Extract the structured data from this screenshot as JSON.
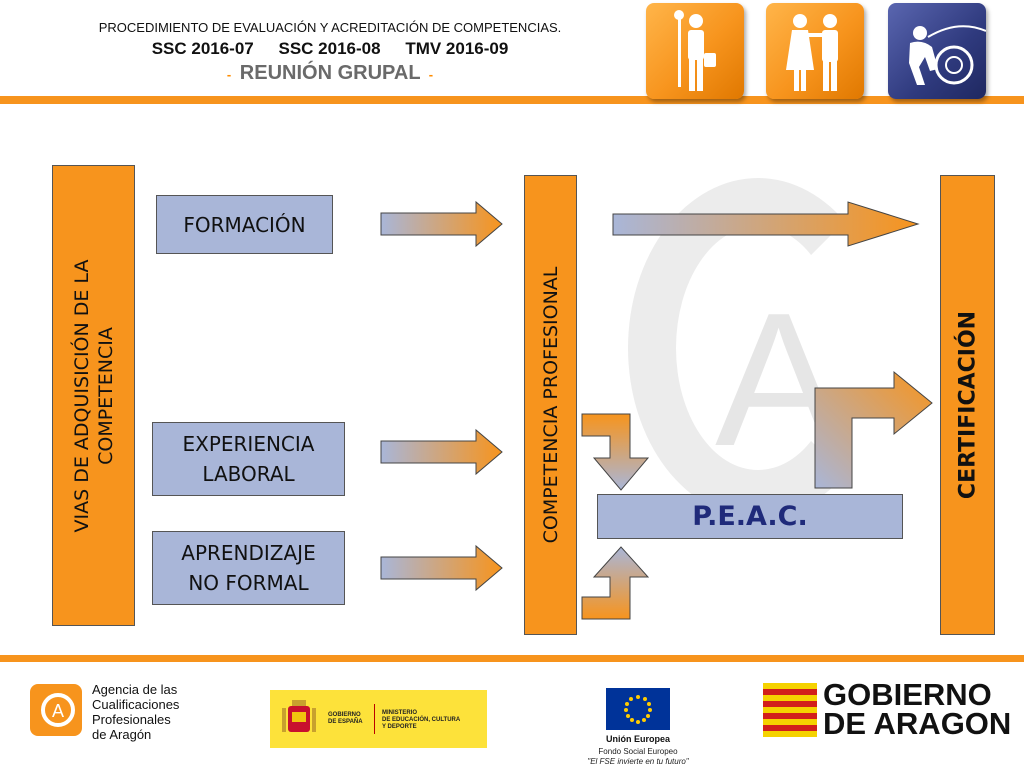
{
  "header": {
    "line1": "PROCEDIMIENTO DE EVALUACIÓN Y ACREDITACIÓN DE COMPETENCIAS.",
    "codes": [
      "SSC 2016-07",
      "SSC 2016-08",
      "TMV 2016-09"
    ],
    "subtitle": "REUNIÓN GRUPAL",
    "subtitle_dash": "-",
    "accent_color": "#f7941d",
    "tiles": [
      {
        "icon": "worker-with-tools-icon",
        "color": "#f7941d"
      },
      {
        "icon": "care-assistants-icon",
        "color": "#f7941d"
      },
      {
        "icon": "mechanic-wheel-icon",
        "color": "#2f3a7e"
      }
    ]
  },
  "diagram": {
    "left_bar_label": "VIAS DE ADQUISICIÓN DE LA COMPETENCIA",
    "sources": [
      {
        "label": "FORMACIÓN"
      },
      {
        "label": "EXPERIENCIA LABORAL"
      },
      {
        "label": "APRENDIZAJE NO FORMAL"
      }
    ],
    "middle_bar_label": "COMPETENCIA PROFESIONAL",
    "peac_label": "P.E.A.C.",
    "right_bar_label": "CERTIFICACIÓN",
    "box_color": "#a9b6d8",
    "bar_color": "#f7941d",
    "watermark_letter": "A"
  },
  "footer": {
    "acpa": {
      "lines": [
        "Agencia de las",
        "Cualificaciones",
        "Profesionales",
        "de Aragón"
      ],
      "logo_letter": "A"
    },
    "gobierno_espana": {
      "left": "GOBIERNO\nDE ESPAÑA",
      "right": "MINISTERIO\nDE EDUCACIÓN, CULTURA\nY DEPORTE"
    },
    "eu": {
      "title": "Unión Europea",
      "fund": "Fondo Social Europeo",
      "motto": "\"El FSE invierte en tu futuro\""
    },
    "aragon": {
      "line1": "GOBIERNO",
      "line2": "DE ARAGON"
    }
  }
}
